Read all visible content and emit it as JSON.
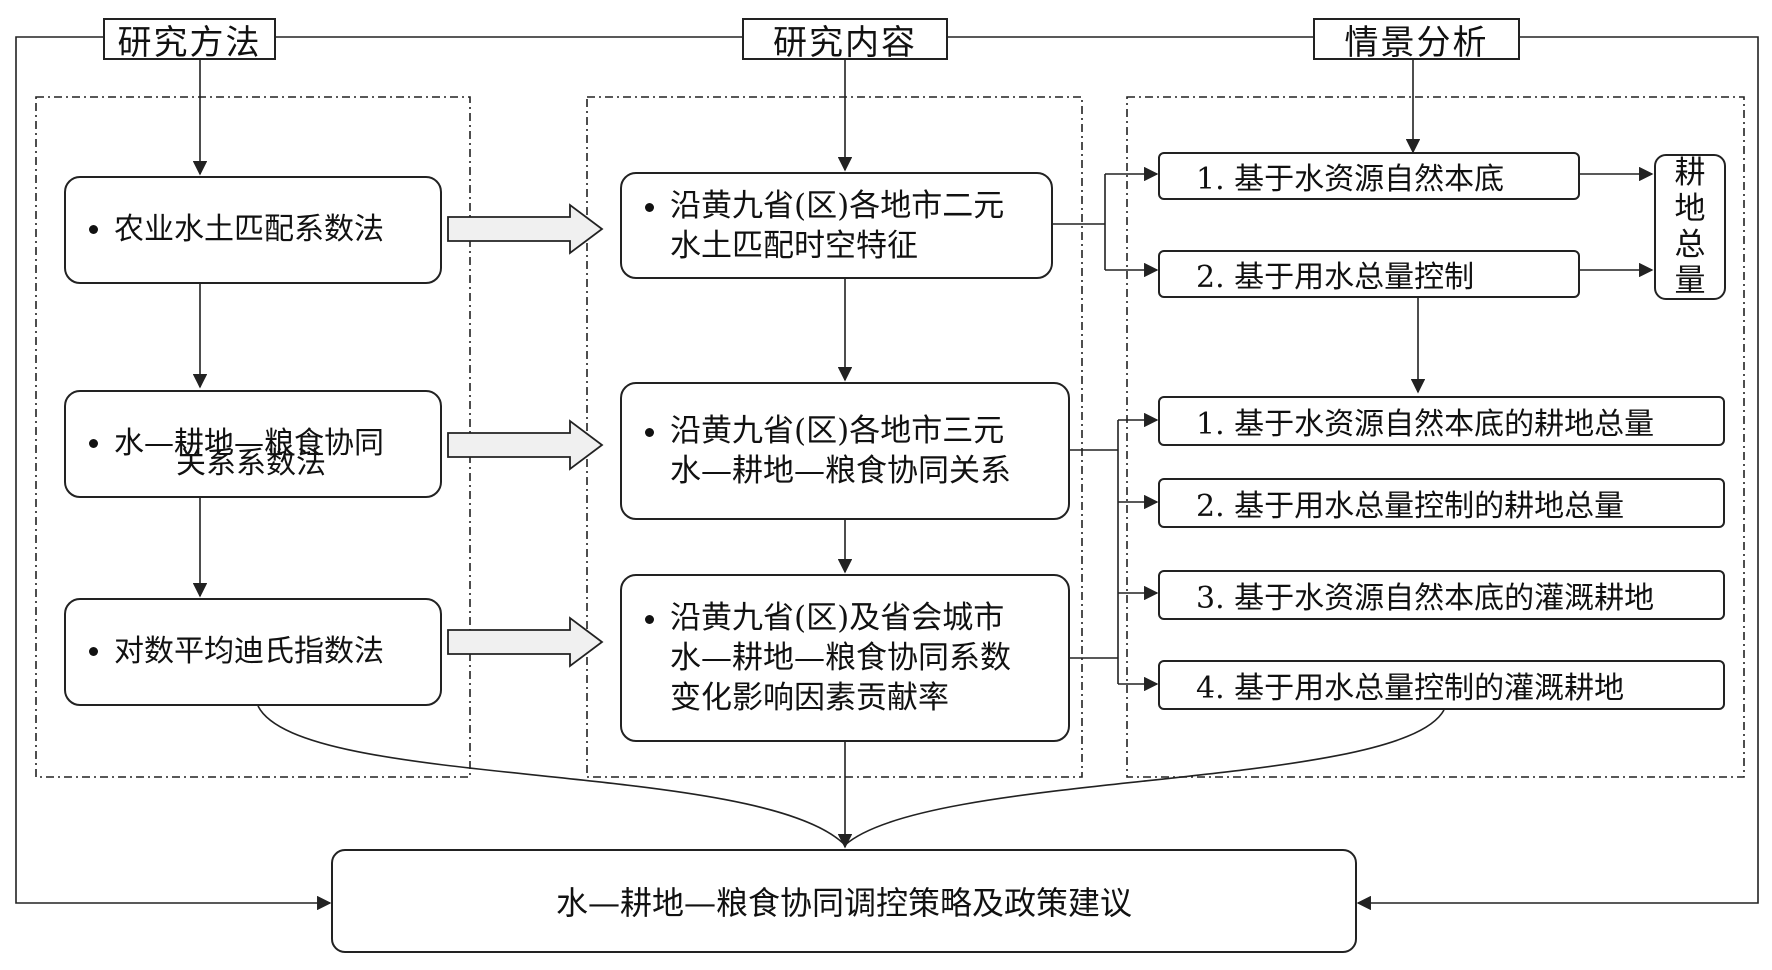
{
  "headers": {
    "methods": "研究方法",
    "contents": "研究内容",
    "scenarios": "情景分析"
  },
  "methods": [
    {
      "lines": [
        "农业水土匹配系数法"
      ]
    },
    {
      "lines": [
        "水—耕地—粮食协同",
        "关系系数法"
      ]
    },
    {
      "lines": [
        "对数平均迪氏指数法"
      ]
    }
  ],
  "contents": [
    {
      "lines": [
        "沿黄九省(区)各地市二元",
        "水土匹配时空特征"
      ]
    },
    {
      "lines": [
        "沿黄九省(区)各地市三元",
        "水—耕地—粮食协同关系"
      ]
    },
    {
      "lines": [
        "沿黄九省(区)及省会城市",
        "水—耕地—粮食协同系数",
        "变化影响因素贡献率"
      ]
    }
  ],
  "scenarios_top": [
    "1. 基于水资源自然本底",
    "2. 基于用水总量控制"
  ],
  "cultivated_total": [
    "耕",
    "地",
    "总",
    "量"
  ],
  "scenarios_bottom": [
    "1. 基于水资源自然本底的耕地总量",
    "2. 基于用水总量控制的耕地总量",
    "3. 基于水资源自然本底的灌溉耕地",
    "4. 基于用水总量控制的灌溉耕地"
  ],
  "final": "水—耕地—粮食协同调控策略及政策建议"
}
